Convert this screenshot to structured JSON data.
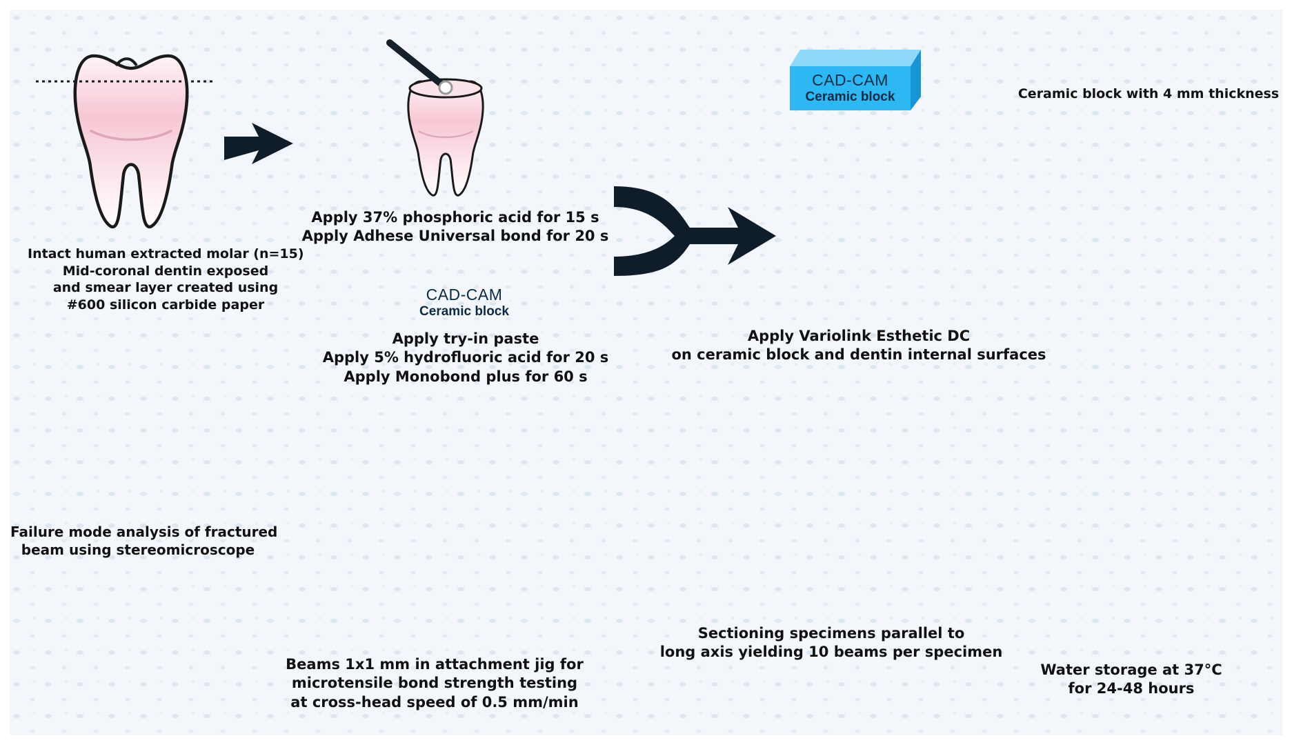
{
  "colors": {
    "ceramic_front": "#2bb8f3",
    "ceramic_top": "#8fd9fb",
    "ceramic_side": "#1795d6",
    "tooth_outline": "#1a1a1a",
    "tooth_fill": "#f7cfd9",
    "arrow": "#0f1d2b",
    "beam_pink": "#d9a9c4",
    "water": "#e8cfa9",
    "background": "#f3f7fb"
  },
  "blocks": {
    "top": {
      "title": "CAD-CAM",
      "subtitle": "Ceramic block"
    },
    "middle": {
      "title": "CAD-CAM",
      "subtitle": "Ceramic block"
    }
  },
  "steps": {
    "step1": {
      "lines": [
        "Intact human extracted molar (n=15)",
        "Mid-coronal dentin exposed",
        "and smear layer created using",
        "#600 silicon carbide paper"
      ]
    },
    "step2": {
      "lines": [
        "Apply 37% phosphoric acid for 15 s",
        "Apply Adhese Universal bond for 20 s"
      ]
    },
    "step3": {
      "lines": [
        "Apply try-in paste",
        "Apply 5% hydrofluoric acid for 20 s",
        "Apply Monobond plus for 60 s"
      ]
    },
    "step4": {
      "lines": [
        "Apply Variolink Esthetic DC",
        "on ceramic block and dentin internal surfaces"
      ]
    },
    "step5": {
      "lines": [
        "Ceramic block with 4 mm thickness"
      ]
    },
    "step6": {
      "lines": [
        "Water storage at 37°C",
        "for 24-48 hours"
      ]
    },
    "step7": {
      "lines": [
        "Sectioning specimens parallel to",
        "long axis yielding 10 beams per specimen"
      ]
    },
    "step8": {
      "lines": [
        "Beams 1x1 mm in attachment jig for",
        "microtensile bond strength testing",
        "at cross-head speed of 0.5 mm/min"
      ]
    },
    "step9": {
      "lines": [
        "Failure mode analysis of fractured",
        "beam using stereomicroscope"
      ]
    }
  },
  "icons": [
    "molar-tooth-icon",
    "applicator-brush-icon",
    "ceramic-block-icon",
    "water-beaker-icon",
    "sectioning-lines-icon",
    "microtensile-jig-icon",
    "fractured-beam-icon",
    "flow-arrow-icon",
    "merge-arrow-icon",
    "split-arrow-icon"
  ]
}
